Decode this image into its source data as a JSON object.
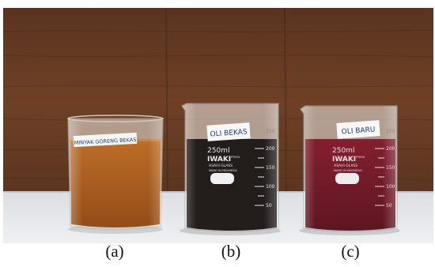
{
  "beakers": {
    "a": {
      "label": "MINYAK GORENG BEKAS",
      "caption": "(a)",
      "liquid_color": "#a4550f"
    },
    "b": {
      "label": "OLI BEKAS",
      "caption": "(b)",
      "liquid_color": "#17110f",
      "volume_mark": "250ml",
      "brand": "IWAKI",
      "brand_suffix": "PYREX",
      "glass": "ASAHI GLASS",
      "made_in": "MADE IN INDONESIA",
      "scale": [
        "250",
        "200",
        "150",
        "100",
        "50"
      ]
    },
    "c": {
      "label": "OLI BARU",
      "caption": "(c)",
      "liquid_color": "#6d0c1c",
      "volume_mark": "250ml",
      "brand": "IWAKI",
      "brand_suffix": "PYREX",
      "glass": "ASAHI GLASS",
      "made_in": "MADE IN INDONESIA",
      "scale": [
        "250",
        "200",
        "150",
        "100",
        "50"
      ]
    }
  }
}
